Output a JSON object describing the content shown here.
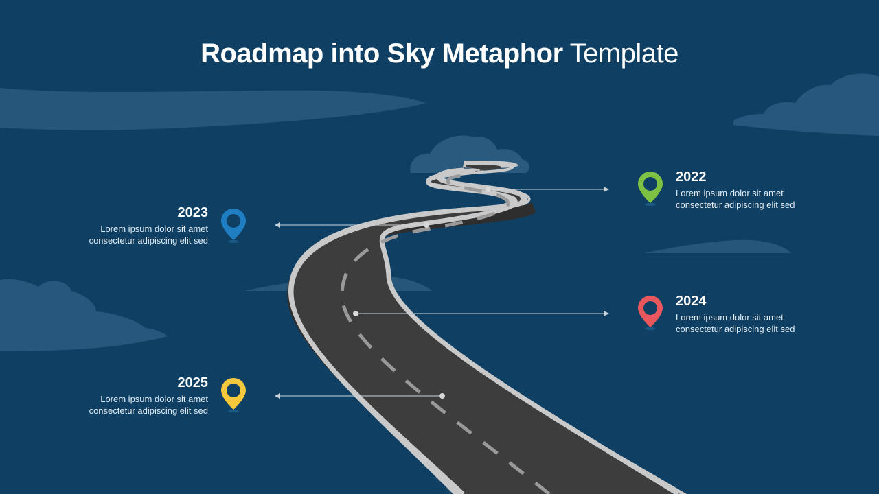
{
  "title": {
    "bold": "Roadmap into Sky Metaphor",
    "light": " Template"
  },
  "colors": {
    "background": "#0f4063",
    "cloud": "#2b5a7f",
    "road": "#3a3a3a",
    "road_edge": "#c9c9c9",
    "pin_2022": "#7dc243",
    "pin_2023": "#1f7ec1",
    "pin_2024": "#e8575c",
    "pin_2025": "#f5c93b"
  },
  "milestones": [
    {
      "year": "2022",
      "line1": "Lorem ipsum dolor sit amet",
      "line2": "consectetur adipiscing elit sed",
      "icon": "location-pin-icon"
    },
    {
      "year": "2023",
      "line1": "Lorem ipsum dolor sit amet",
      "line2": "consectetur adipiscing elit sed",
      "icon": "location-pin-icon"
    },
    {
      "year": "2024",
      "line1": "Lorem ipsum dolor sit amet",
      "line2": "consectetur adipiscing elit sed",
      "icon": "location-pin-icon"
    },
    {
      "year": "2025",
      "line1": "Lorem ipsum dolor sit amet",
      "line2": "consectetur adipiscing elit sed",
      "icon": "location-pin-icon"
    }
  ]
}
